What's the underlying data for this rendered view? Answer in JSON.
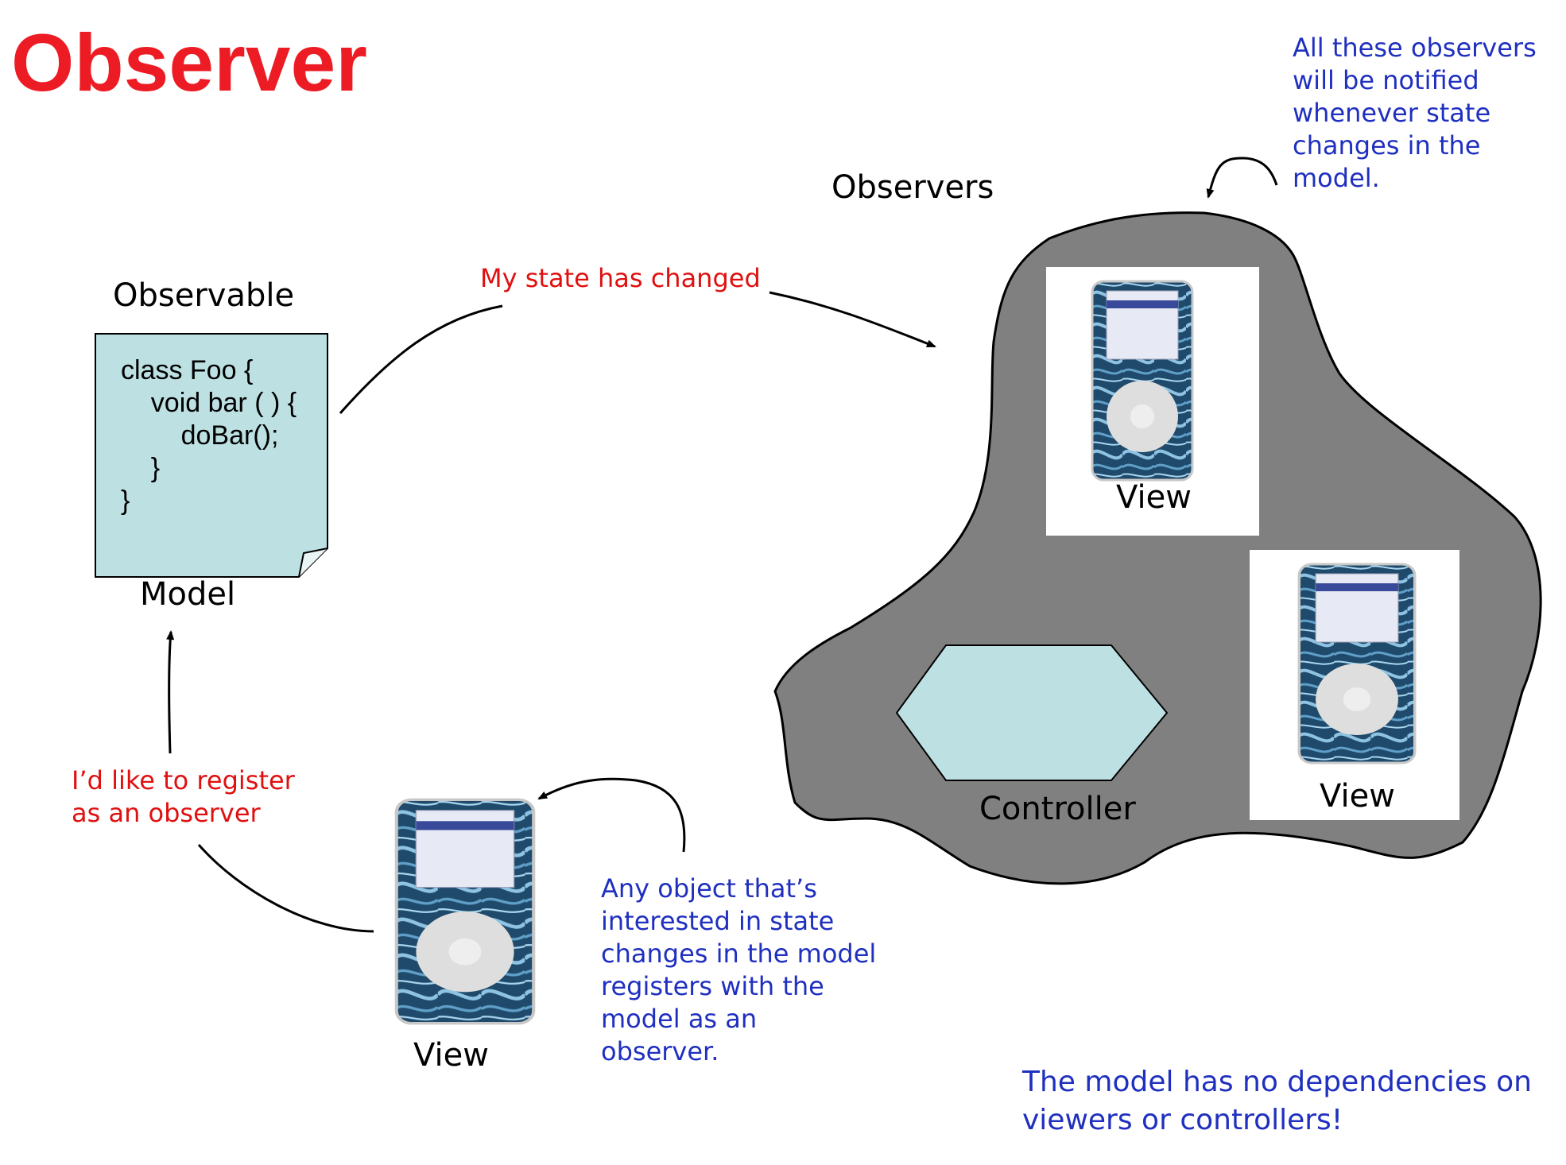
{
  "title": "Observer",
  "labels": {
    "observers": "Observers",
    "observable": "Observable",
    "model": "Model",
    "controller": "Controller",
    "view_top": "View",
    "view_right": "View",
    "view_bottom": "View"
  },
  "code_lines": [
    "class Foo {",
    "    void bar ( ) {",
    "        doBar();",
    "    }",
    "}"
  ],
  "notes": {
    "all_observers": "All these observers\nwill be notified\nwhenever state\nchanges in the\nmodel.",
    "state_changed": "My state has changed",
    "register": "I’d like to register\nas an observer",
    "any_object": "Any object that’s\ninterested in state\nchanges in the model\nregisters with the\nmodel as an\nobserver.",
    "no_dependencies": "The model has no dependencies on\nviewers or controllers!"
  },
  "colors": {
    "title": "#ed1c24",
    "note_blue": "#1f2fbf",
    "note_red": "#e01010",
    "blob": "#808080",
    "doc_fill": "#bde0e3",
    "hexagon_fill": "#bde0e3",
    "ipod_skin": "#1f4a6b"
  },
  "icons": [
    "ipod-device-icon",
    "document-icon",
    "hexagon-shape"
  ]
}
